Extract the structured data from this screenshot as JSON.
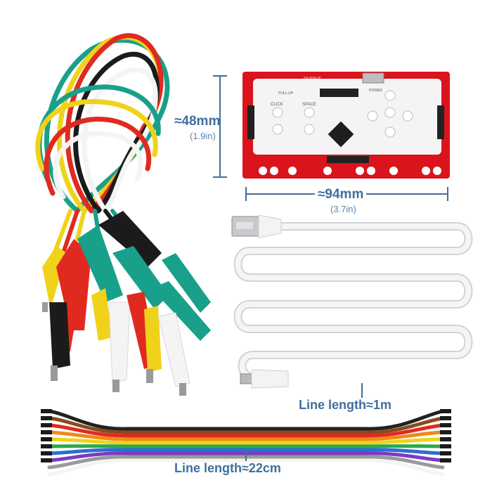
{
  "board": {
    "height_label": "≈48mm",
    "height_sub": "(1.9in)",
    "width_label": "≈94mm",
    "width_sub": "(3.7in)",
    "silk_output": "OUTPUT",
    "silk_click": "CLICK",
    "silk_space": "SPACE",
    "silk_pullup": "PULL-UP",
    "silk_power": "POWER"
  },
  "usb_cable": {
    "length_label": "Line length≈1m"
  },
  "jumper_wires": {
    "length_label": "Line length≈22cm"
  },
  "colors": {
    "board_red": "#d9141c",
    "dimension_blue": "#3f6f9d",
    "cable_white": "#f2f2f2"
  }
}
